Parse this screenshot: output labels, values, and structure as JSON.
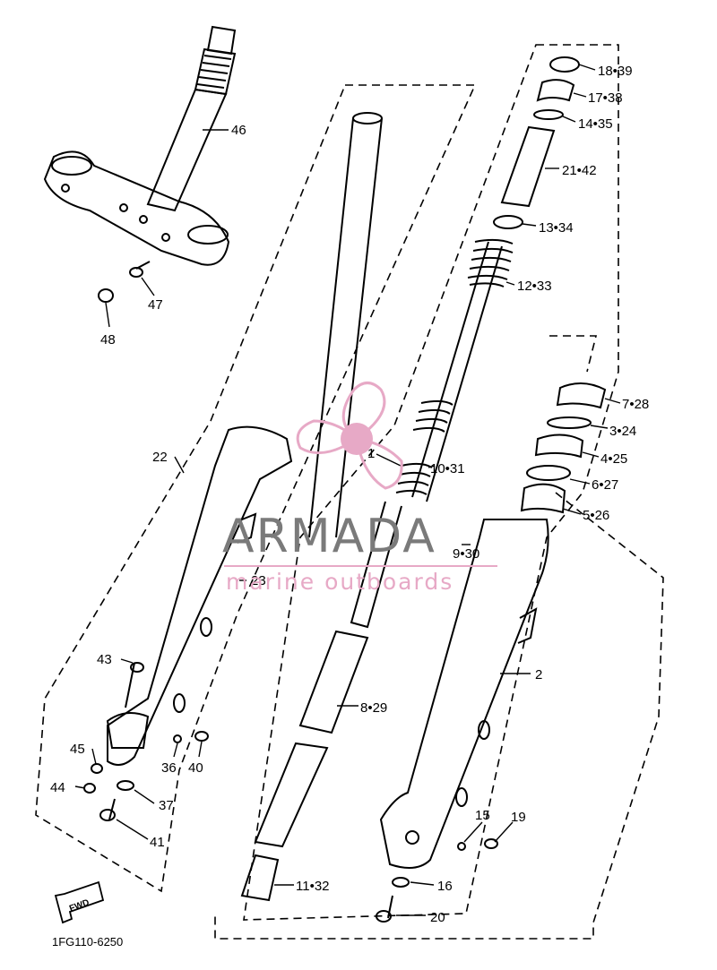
{
  "diagram": {
    "part_labels": {
      "p46": "46",
      "p47": "47",
      "p48": "48",
      "p22": "22",
      "p23": "23",
      "p43": "43",
      "p45": "45",
      "p44": "44",
      "p36": "36",
      "p40": "40",
      "p37": "37",
      "p41": "41",
      "p18": "18•39",
      "p17": "17•38",
      "p14": "14•35",
      "p21": "21•42",
      "p13": "13•34",
      "p12": "12•33",
      "p7": "7•28",
      "p3": "3•24",
      "p4": "4•25",
      "p6": "6•27",
      "p5": "5•26",
      "p10": "10•31",
      "p9": "9•30",
      "p1": "1",
      "p2": "2",
      "p8": "8•29",
      "p11": "11•32",
      "p15": "15",
      "p19": "19",
      "p16": "16",
      "p20": "20"
    },
    "fwd_label": "FWD",
    "drawing_code": "1FG110-6250"
  },
  "watermark": {
    "brand": "ARMADA",
    "tagline": "marine outboards",
    "logo_color": "#e7a9c6",
    "text_color": "#7a7a7a"
  }
}
